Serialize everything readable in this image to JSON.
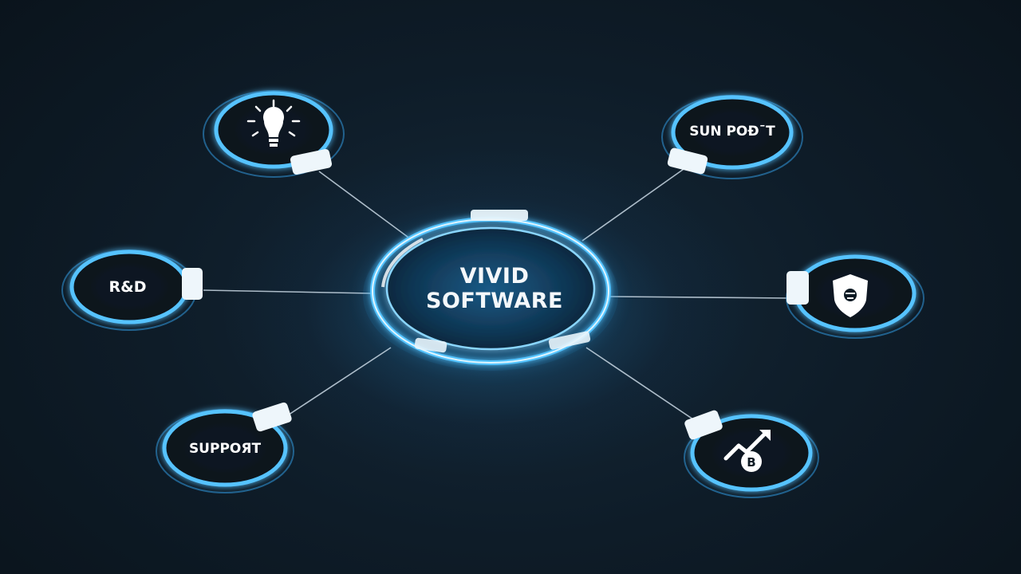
{
  "hub": {
    "line1": "VIVID",
    "line2": "SOFTWARE"
  },
  "nodes": {
    "top_left": {
      "icon": "lightbulb-icon"
    },
    "top_right": {
      "label": "SUN POÐ¯T"
    },
    "mid_left": {
      "label": "R&D"
    },
    "mid_right": {
      "icon": "shield-icon"
    },
    "bottom_left": {
      "label": "SUPPOЯT"
    },
    "bottom_right": {
      "icon": "growth-chart-icon"
    }
  },
  "colors": {
    "background": "#0c1620",
    "ring_glow": "#3fb4ff",
    "ring_core": "#cfefff",
    "connector": "#c9d8e4",
    "hub_fill": "#0f3552"
  }
}
